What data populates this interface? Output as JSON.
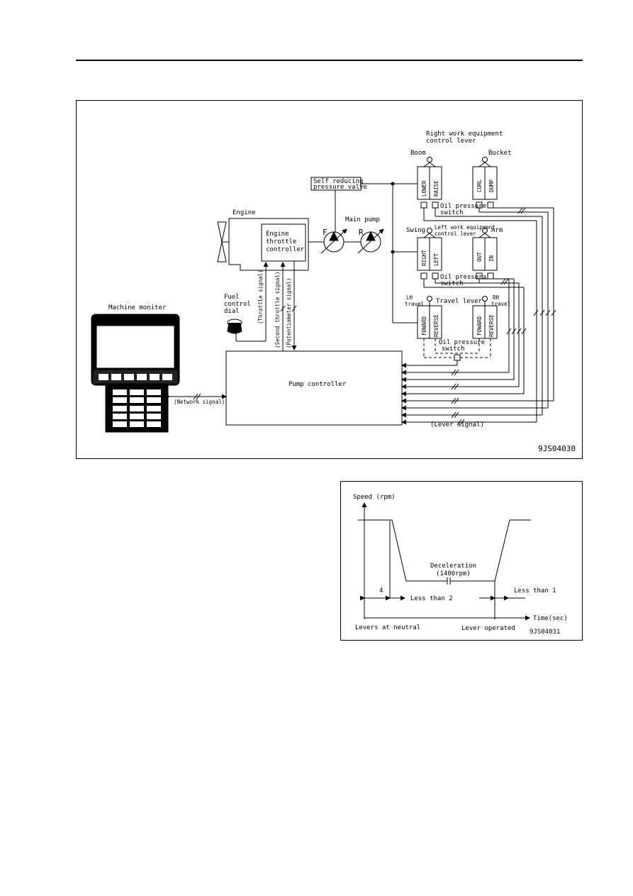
{
  "diagram": {
    "figure_id": "9JS04030",
    "machine_monitor": "Machine moniter",
    "engine": "Engine",
    "engine_controller": [
      "Engine",
      "throttle",
      "controller"
    ],
    "fuel_dial": [
      "Fuel",
      "control",
      "dial"
    ],
    "pump_controller": "Pump controller",
    "self_reducing_valve": [
      "Self reducing",
      "pressure valve"
    ],
    "main_pump": "Main pump",
    "pump_f": "F",
    "pump_r": "R",
    "right_lever": [
      "Right work equipment",
      "control lever"
    ],
    "boom": "Boom",
    "bucket": "Bucket",
    "left_lever": [
      "Left work equipment",
      "control lever"
    ],
    "swing": "Swing",
    "arm": "Arm",
    "travel_lever": "Travel lever",
    "lh_travel": [
      "LH",
      "travel"
    ],
    "rh_travel": [
      "RH",
      "travel"
    ],
    "oil_pressure_switch": [
      "Oil pressure",
      "switch"
    ],
    "oil_pressure_switch_2": [
      "Oil pressura",
      "switch"
    ],
    "valve_labels": {
      "lower": "LOWER",
      "raise": "RAISE",
      "curl": "CURL",
      "dump": "DUMP",
      "right": "RIGHT",
      "left": "LEFT",
      "out": "OUT",
      "in": "IN",
      "lh_forward": "FOWARD",
      "lh_reverse": "REVERSE",
      "rh_forward": "FOWARD",
      "rh_reverse": "REVERSE"
    },
    "signals": {
      "throttle": "(Throttle signal)",
      "second_throttle": "(Second throttle signal)",
      "potentiometer": "(Potentiometer signal)",
      "network": "(Network signal)",
      "lever": "(Lever signal)"
    }
  },
  "graph": {
    "figure_id": "9JS04031",
    "y_label": "Speed (rpm)",
    "x_label": "Time(sec)",
    "deceleration": [
      "Deceleration",
      "(1400rpm)"
    ],
    "t_4": "4",
    "less_than_2": "Less than 2",
    "less_than_1": "Less than 1",
    "levers_neutral": "Levers at neutral",
    "lever_operated": "Lever operated"
  },
  "colors": {
    "line": "#000000",
    "background": "#ffffff"
  }
}
